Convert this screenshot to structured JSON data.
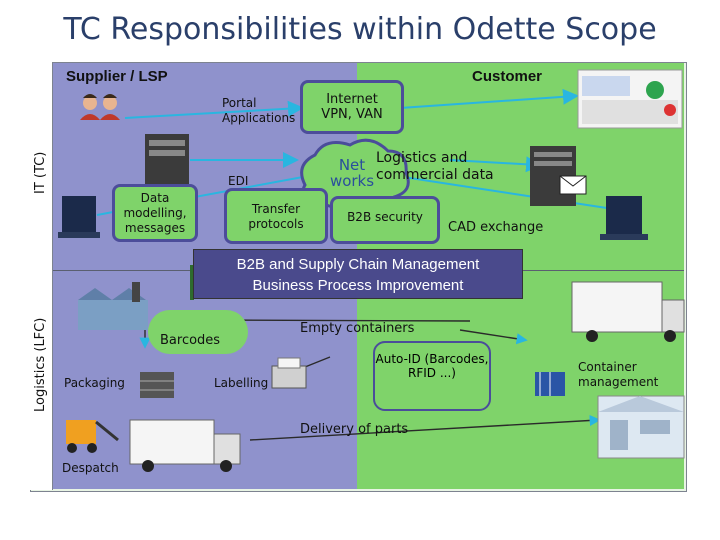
{
  "title": "TC Responsibilities within Odette Scope",
  "side_labels": {
    "it": "IT (TC)",
    "logistics": "Logistics (LFC)"
  },
  "headers": {
    "supplier": "Supplier / LSP",
    "customer": "Customer"
  },
  "it_section": {
    "portal": "Portal Applications",
    "internet": "Internet VPN, VAN",
    "networks": "Net works",
    "logistics_data": "Logistics and commercial data",
    "edi": "EDI",
    "data_modelling": "Data modelling, messages",
    "transfer_protocols": "Transfer protocols",
    "b2b_security": "B2B security",
    "cad_exchange": "CAD exchange"
  },
  "business_process": {
    "line1": "B2B and Supply Chain Management",
    "line2": "Business Process Improvement"
  },
  "logistics_section": {
    "barcodes": "Barcodes",
    "empty_containers": "Empty containers",
    "packaging": "Packaging",
    "labelling": "Labelling",
    "auto_id": "Auto-ID (Barcodes, RFID ...)",
    "container_management": "Container management",
    "delivery": "Delivery of parts",
    "despatch": "Despatch"
  },
  "colors": {
    "supplier_bg": "#8f92cc",
    "customer_bg": "#7fd36a",
    "box_border": "#4a4d9a",
    "arrow": "#29b6e0",
    "process_box": "#4a4a8c"
  },
  "icons": [
    "people-icon",
    "server-icon",
    "computer-icon",
    "dashboard-screenshot-icon",
    "envelope-icon",
    "factory-icon",
    "pallet-icon",
    "printer-icon",
    "container-stack-icon",
    "truck-icon",
    "forklift-icon",
    "warehouse-icon"
  ]
}
